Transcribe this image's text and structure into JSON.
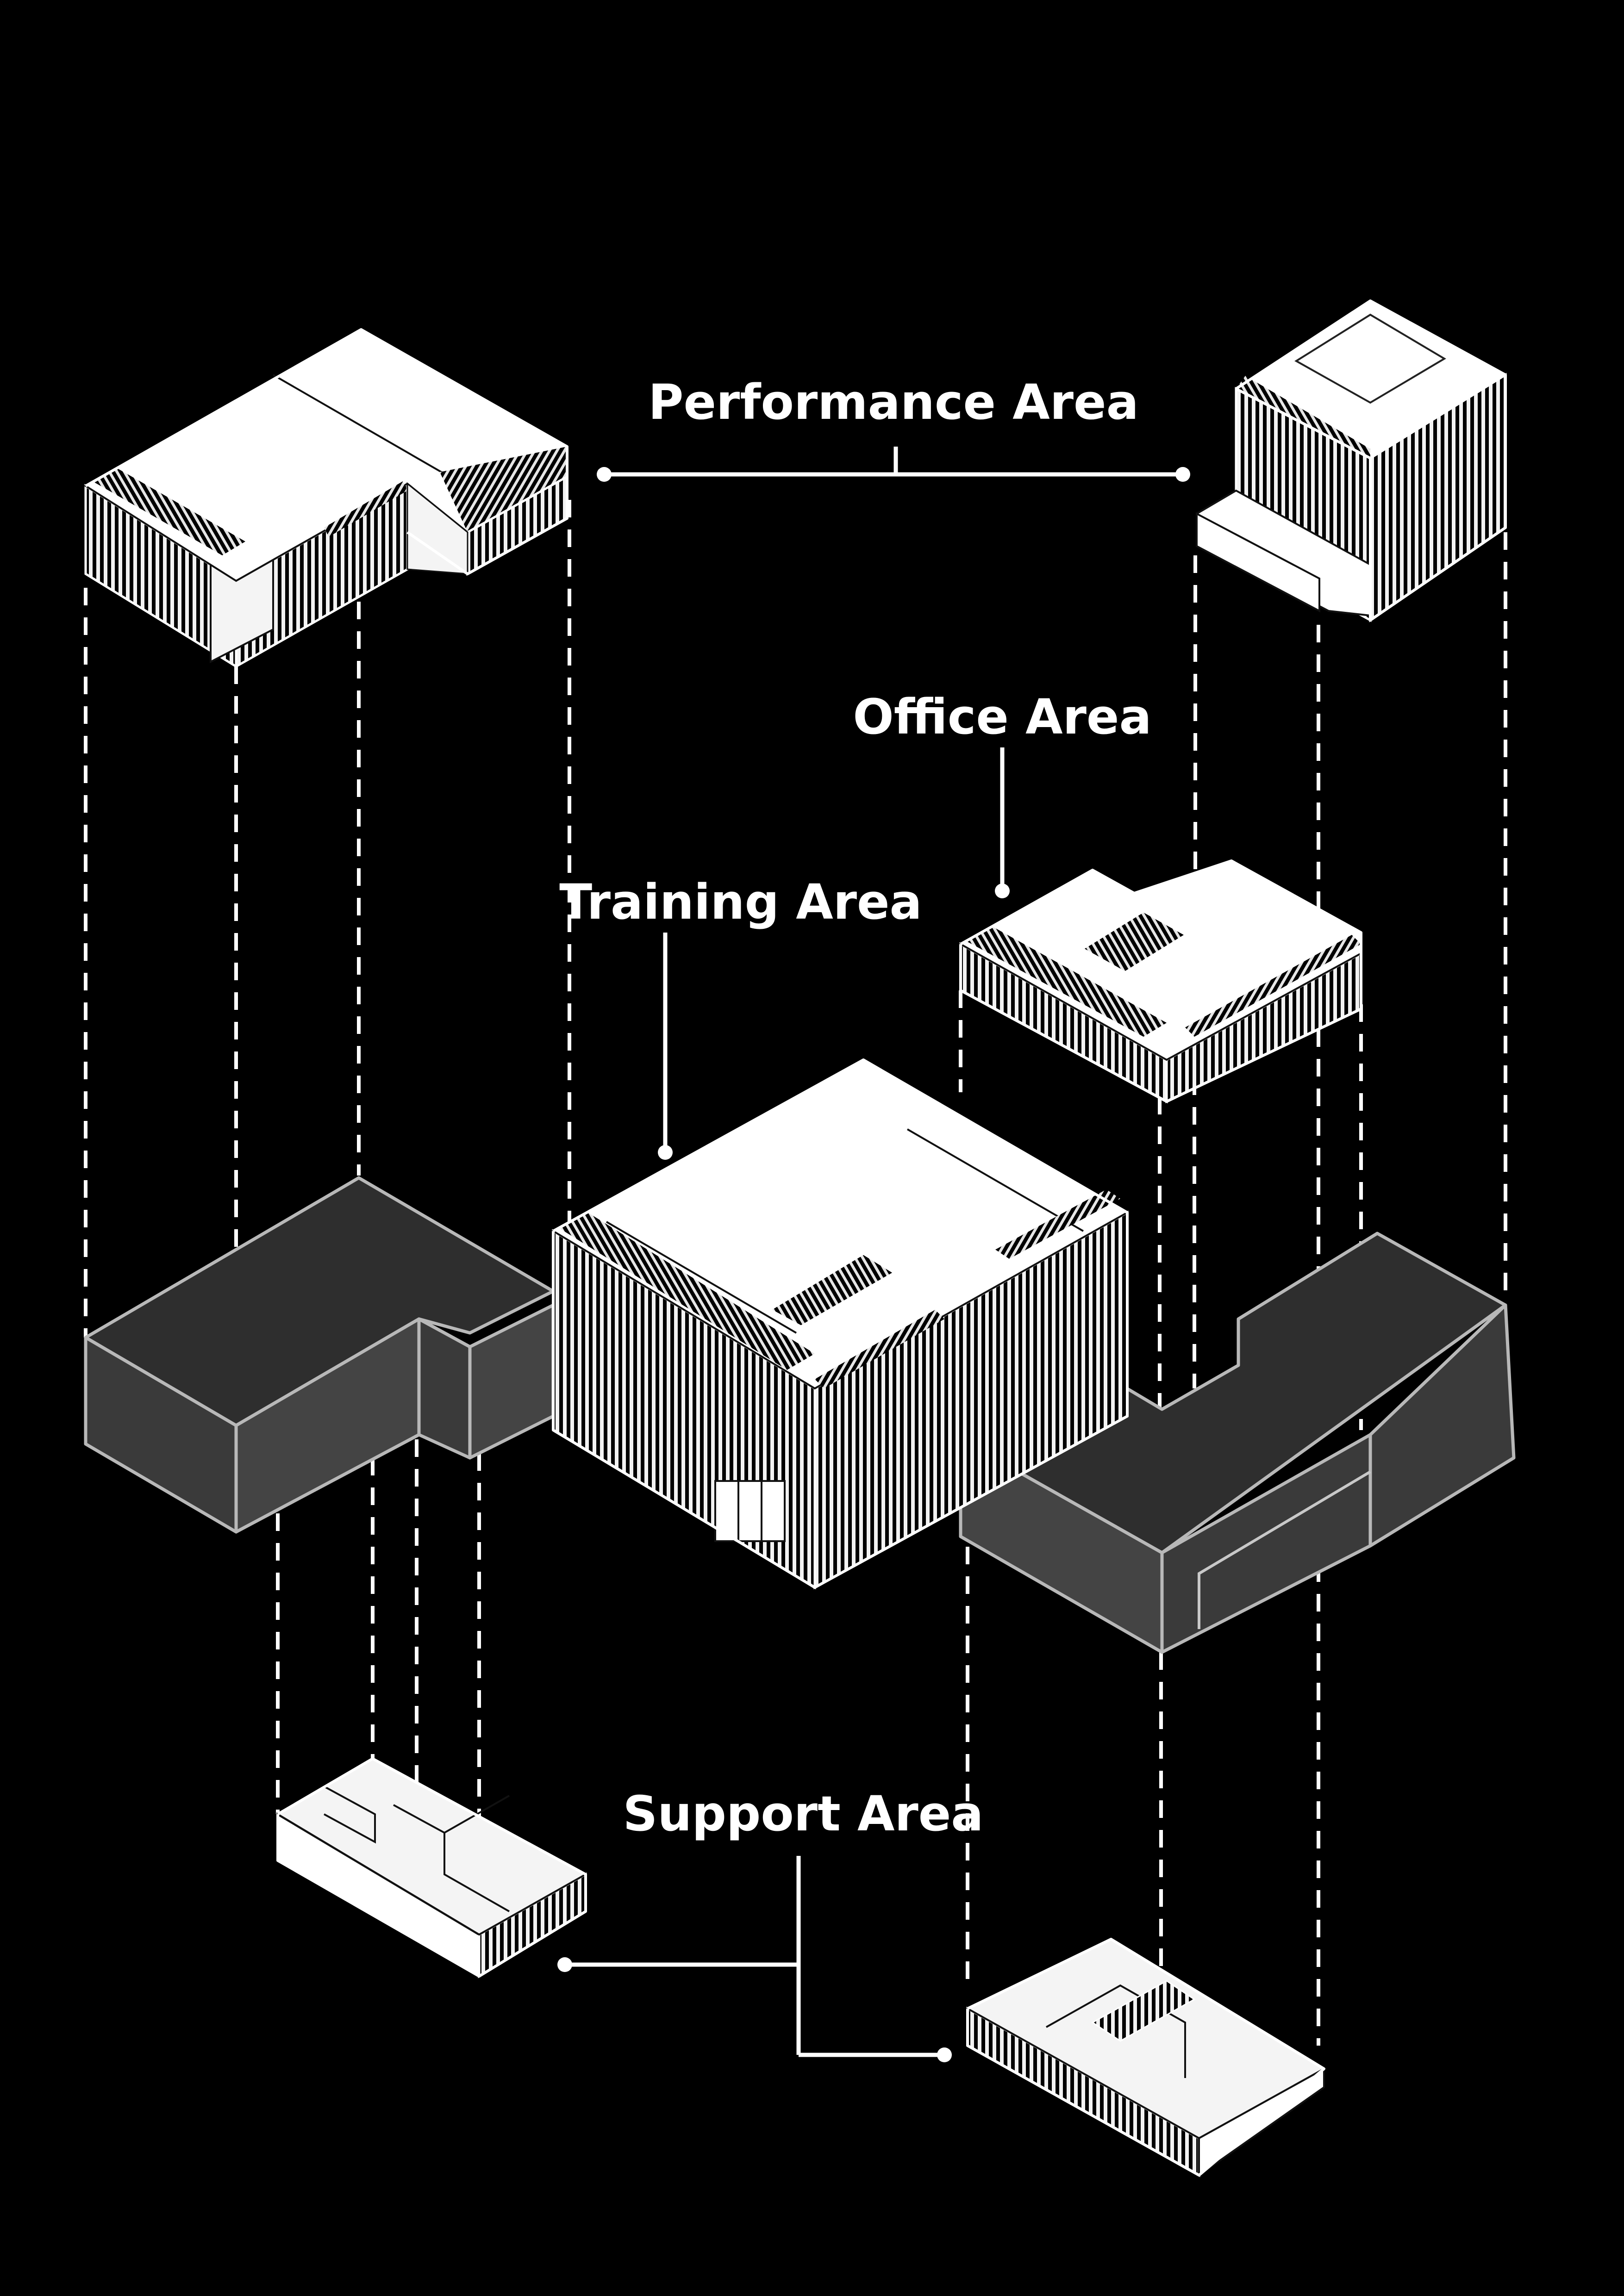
{
  "labels": {
    "performance": "Performance Area",
    "office": "Office Area",
    "training": "Training Area",
    "support": "Support Area"
  },
  "colors": {
    "background": "#000000",
    "ink": "#ffffff",
    "ghost_fill": "#2e2e2e",
    "ghost_stroke": "#b8b8b8"
  }
}
